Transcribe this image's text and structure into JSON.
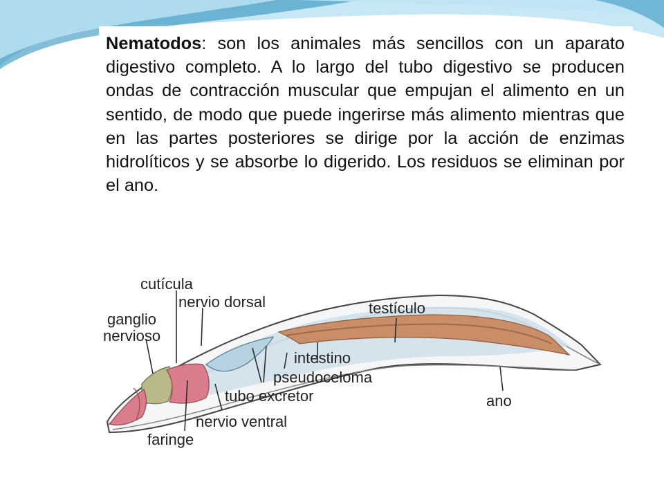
{
  "slide": {
    "colors": {
      "accent_light": "#bfe6f5",
      "accent_mid": "#5bbde0",
      "accent_dark": "#1f86b8"
    }
  },
  "description": {
    "term": "Nematodos",
    "text": ": son los animales más sencillos con un aparato digestivo completo. A lo largo del tubo digestivo se producen ondas de contracción muscular que empujan el alimento en un sentido, de modo que puede ingerirse más alimento mientras que en las partes posteriores se dirige por la acción de enzimas hidrolíticos y se absorbe lo digerido. Los residuos se eliminan por el ano."
  },
  "diagram": {
    "colors": {
      "pharynx": "#d97d8c",
      "ganglion": "#b9b98a",
      "pseudocoelom": "#cfe0ea",
      "intestine": "#c98e68",
      "cuticle": "#555555"
    },
    "labels": {
      "cuticula": "cutícula",
      "nervio_dorsal": "nervio dorsal",
      "ganglio_line1": "ganglio",
      "ganglio_line2": "nervioso",
      "testiculo": "testículo",
      "intestino": "intestino",
      "pseudoceloma": "pseudoceloma",
      "tubo_excretor": "tubo excretor",
      "nervio_ventral": "nervio ventral",
      "faringe": "faringe",
      "ano": "ano"
    }
  }
}
